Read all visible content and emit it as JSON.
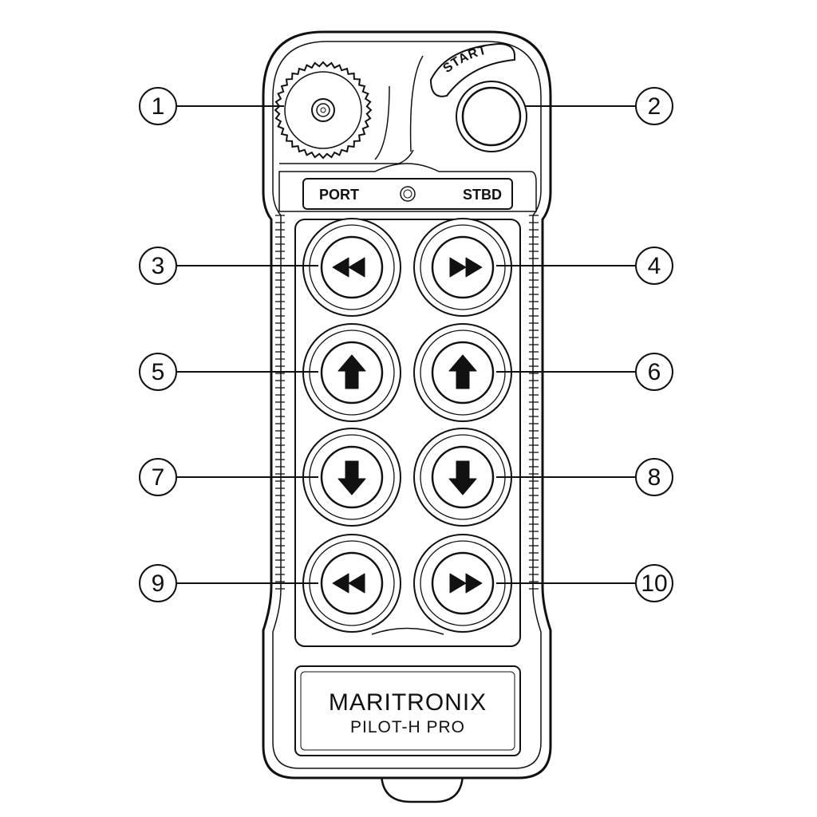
{
  "device": {
    "start_label": "START",
    "port_label": "PORT",
    "stbd_label": "STBD",
    "brand": "MARITRONIX",
    "model": "PILOT-H PRO"
  },
  "callouts": [
    "1",
    "2",
    "3",
    "4",
    "5",
    "6",
    "7",
    "8",
    "9",
    "10"
  ],
  "buttons": [
    {
      "id": "3",
      "icon": "rewind-icon"
    },
    {
      "id": "4",
      "icon": "fast-forward-icon"
    },
    {
      "id": "5",
      "icon": "arrow-up-icon"
    },
    {
      "id": "6",
      "icon": "arrow-up-icon"
    },
    {
      "id": "7",
      "icon": "arrow-down-icon"
    },
    {
      "id": "8",
      "icon": "arrow-down-icon"
    },
    {
      "id": "9",
      "icon": "rewind-icon"
    },
    {
      "id": "10",
      "icon": "fast-forward-icon"
    }
  ],
  "colors": {
    "stroke": "#111111",
    "background": "#ffffff"
  }
}
